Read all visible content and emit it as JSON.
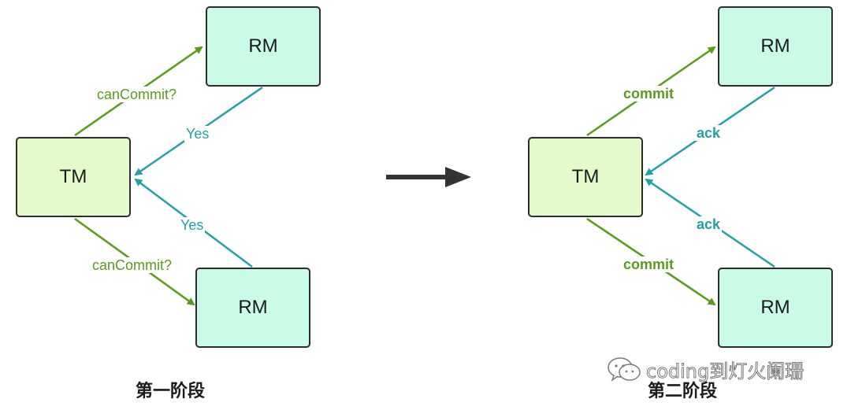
{
  "phase1": {
    "title": "第一阶段",
    "tm_label": "TM",
    "rm_top_label": "RM",
    "rm_bottom_label": "RM",
    "edges": {
      "tm_to_rm_top": "canCommit?",
      "rm_top_to_tm": "Yes",
      "rm_bottom_to_tm": "Yes",
      "tm_to_rm_bottom": "canCommit?"
    }
  },
  "phase2": {
    "title": "第二阶段",
    "tm_label": "TM",
    "rm_top_label": "RM",
    "rm_bottom_label": "RM",
    "edges": {
      "tm_to_rm_top": "commit",
      "rm_top_to_tm": "ack",
      "rm_bottom_to_tm": "ack",
      "tm_to_rm_bottom": "commit"
    }
  },
  "watermark": {
    "text": "coding到灯火阑珊",
    "icon": "wechat-icon"
  },
  "colors": {
    "request": "#5b9b1b",
    "response": "#21a1a6",
    "transition": "#333333",
    "tm_fill": "#e3fbcc",
    "rm_fill": "#c9fbe6"
  }
}
